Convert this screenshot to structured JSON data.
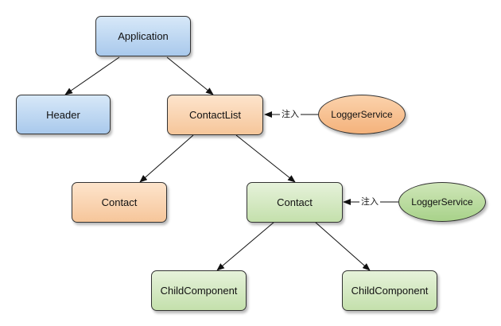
{
  "nodes": {
    "application": "Application",
    "header": "Header",
    "contact_list": "ContactList",
    "logger_service_1": "LoggerService",
    "contact_1": "Contact",
    "contact_2": "Contact",
    "logger_service_2": "LoggerService",
    "child_component_1": "ChildComponent",
    "child_component_2": "ChildComponent"
  },
  "edge_labels": {
    "inject_1": "注入",
    "inject_2": "注入"
  },
  "colors": {
    "blue": "#a9c9ec",
    "orange": "#f6c69a",
    "green": "#c4e0ac",
    "stroke": "#333333"
  }
}
